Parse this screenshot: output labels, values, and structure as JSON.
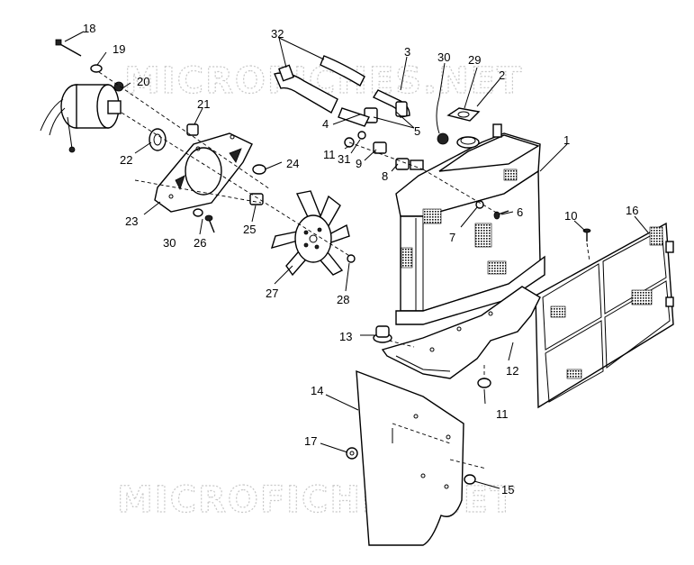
{
  "watermark": {
    "top": "MICROFICHES.NET",
    "bottom": "MICROFICHES.NET"
  },
  "callouts": {
    "c1": "1",
    "c2": "2",
    "c3": "3",
    "c4": "4",
    "c5": "5",
    "c6": "6",
    "c7": "7",
    "c8": "8",
    "c9": "9",
    "c10": "10",
    "c11a": "11",
    "c11b": "11",
    "c12": "12",
    "c13": "13",
    "c14": "14",
    "c15": "15",
    "c16": "16",
    "c17": "17",
    "c18": "18",
    "c19": "19",
    "c20": "20",
    "c21": "21",
    "c22": "22",
    "c23": "23",
    "c24": "24",
    "c25": "25",
    "c26": "26",
    "c27": "27",
    "c28": "28",
    "c29": "29",
    "c30a": "30",
    "c30b": "30",
    "c31": "31",
    "c32": "32"
  }
}
